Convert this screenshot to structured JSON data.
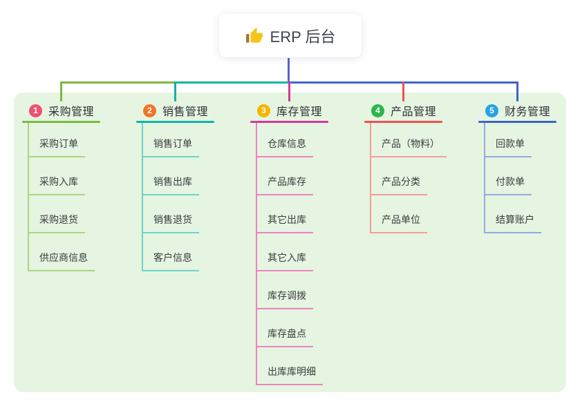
{
  "root": {
    "label": "ERP 后台",
    "icon": "thumbs-up-icon"
  },
  "branches": [
    {
      "number": "1",
      "label": "采购管理",
      "badge_color": "#f0506e",
      "line_color": "#7cb93e",
      "child_line_color": "#a9d57f",
      "children": [
        "采购订单",
        "采购入库",
        "采购退货",
        "供应商信息"
      ]
    },
    {
      "number": "2",
      "label": "销售管理",
      "badge_color": "#f3742c",
      "line_color": "#12b2a6",
      "child_line_color": "#6fd2c6",
      "children": [
        "销售订单",
        "销售出库",
        "销售退货",
        "客户信息"
      ]
    },
    {
      "number": "3",
      "label": "库存管理",
      "badge_color": "#f7b500",
      "line_color": "#d6379b",
      "child_line_color": "#ef82c2",
      "children": [
        "仓库信息",
        "产品库存",
        "其它出库",
        "其它入库",
        "库存调拨",
        "库存盘点",
        "出库库明细"
      ]
    },
    {
      "number": "4",
      "label": "产品管理",
      "badge_color": "#2cb54b",
      "line_color": "#f0504f",
      "child_line_color": "#f59d98",
      "children": [
        "产品（物料）",
        "产品分类",
        "产品单位"
      ]
    },
    {
      "number": "5",
      "label": "财务管理",
      "badge_color": "#29a1e4",
      "line_color": "#3f63c8",
      "child_line_color": "#94a9e0",
      "children": [
        "回款单",
        "付款单",
        "结算账户"
      ]
    }
  ],
  "colors": {
    "page_background": "#ffffff",
    "panel_background": "#e5f5e1",
    "root_line": "#5165ca",
    "root_text": "#3d4351",
    "branch_text": "#2f3036",
    "child_text": "#3b3b40",
    "thumb_hand": "#f5c51d",
    "thumb_sleeve": "#a9702c"
  }
}
